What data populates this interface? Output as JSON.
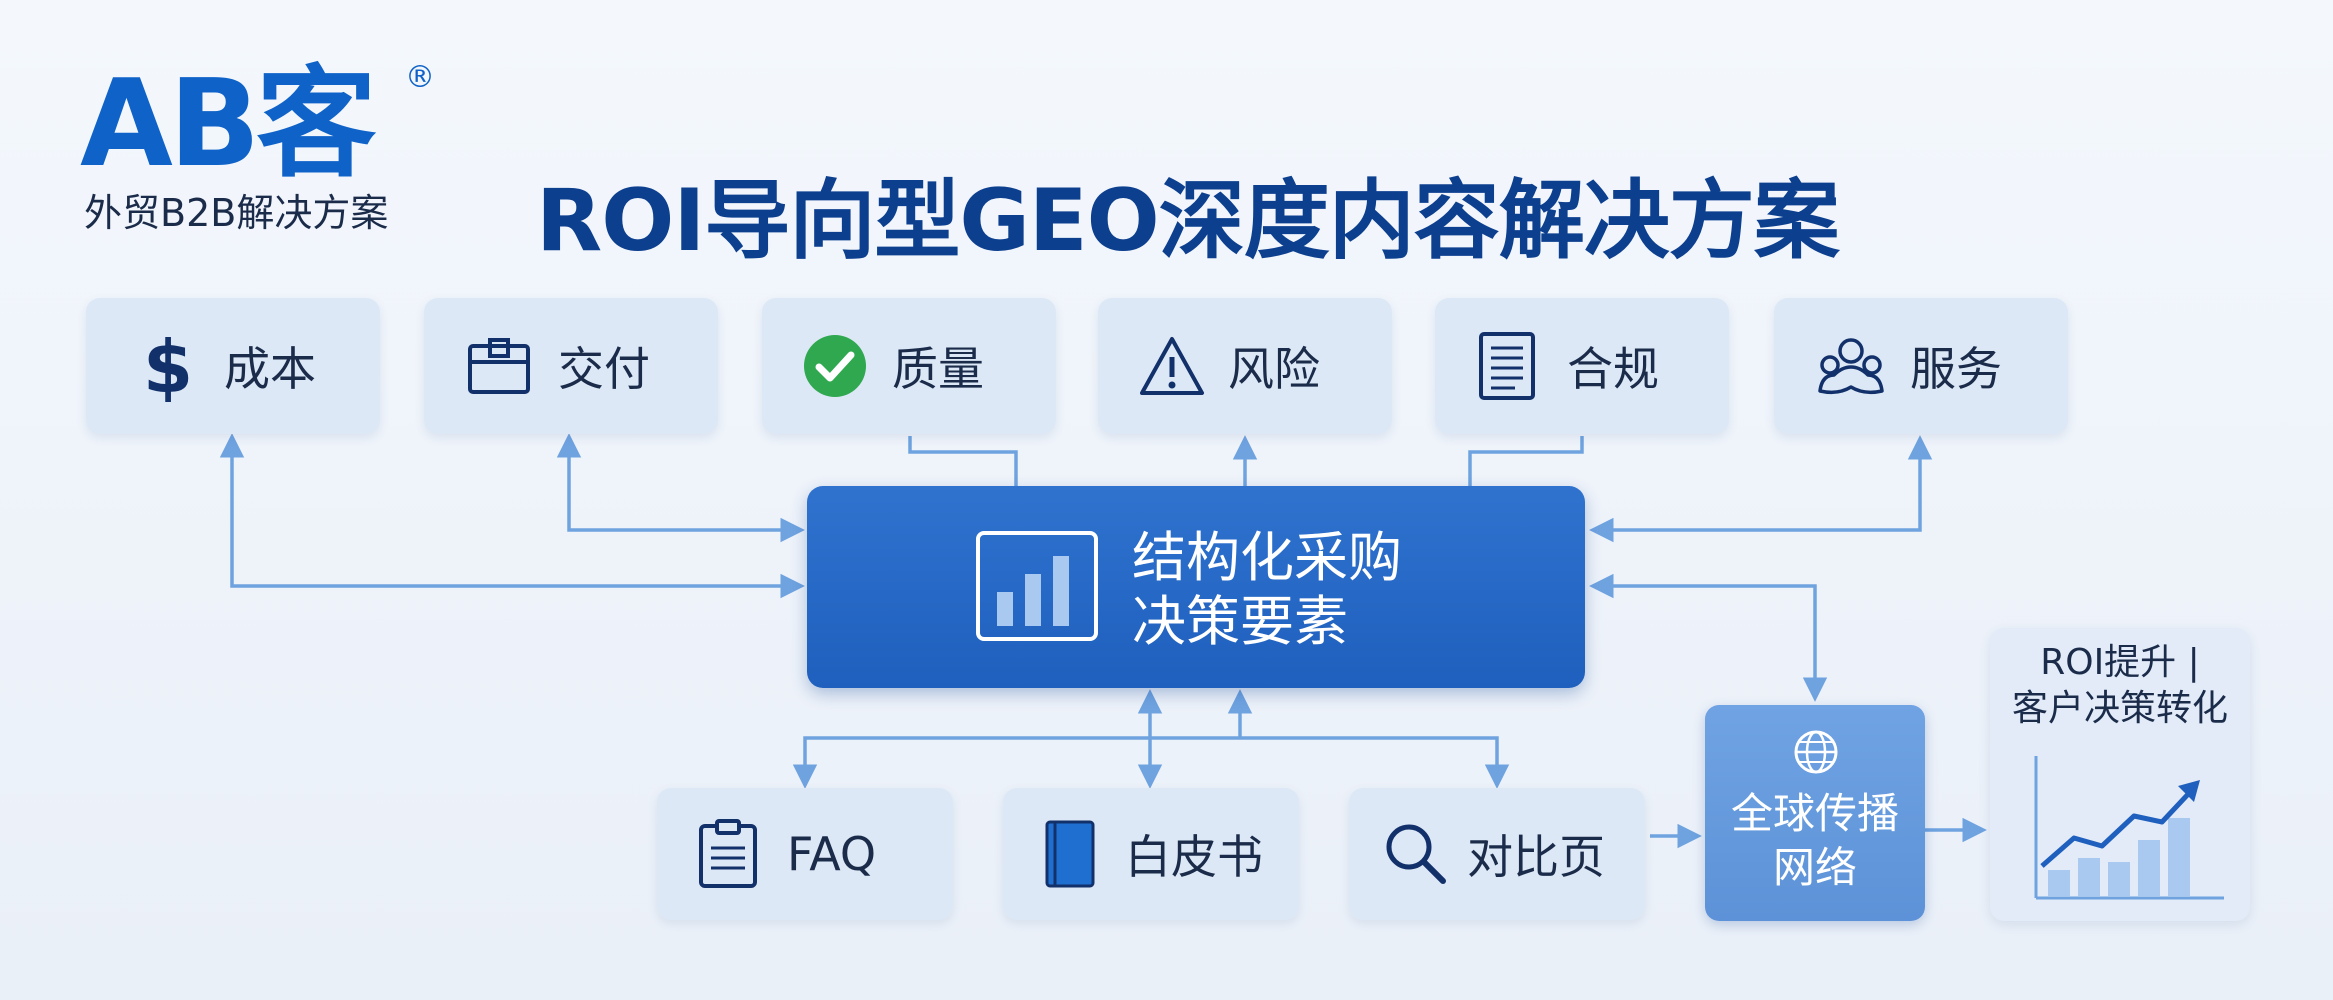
{
  "logo": {
    "mark": "AB客",
    "registered": "®",
    "subtitle": "外贸B2B解决方案"
  },
  "title": "ROI导向型GEO深度内容解决方案",
  "top_boxes": [
    {
      "label": "成本",
      "icon": "dollar-icon"
    },
    {
      "label": "交付",
      "icon": "box-icon"
    },
    {
      "label": "质量",
      "icon": "check-circle-icon"
    },
    {
      "label": "风险",
      "icon": "warning-icon"
    },
    {
      "label": "合规",
      "icon": "document-icon"
    },
    {
      "label": "服务",
      "icon": "people-icon"
    }
  ],
  "center": {
    "line1": "结构化采购",
    "line2": "决策要素",
    "icon": "bar-chart-icon"
  },
  "bottom_boxes": [
    {
      "label": "FAQ",
      "icon": "clipboard-icon"
    },
    {
      "label": "白皮书",
      "icon": "book-icon"
    },
    {
      "label": "对比页",
      "icon": "search-icon"
    }
  ],
  "network": {
    "line1": "全球传播",
    "line2": "网络",
    "icon": "globe-icon"
  },
  "roi": {
    "line1": "ROI提升 |",
    "line2": "客户决策转化",
    "icon": "growth-chart-icon"
  },
  "colors": {
    "brand": "#0f63c8",
    "title": "#0d3f8f",
    "center_fill": "#2a6cc9",
    "network_fill": "#6699dd",
    "box_fill": "#dde8f6",
    "connector": "#6fa3e0",
    "check_green": "#2fa84f"
  }
}
